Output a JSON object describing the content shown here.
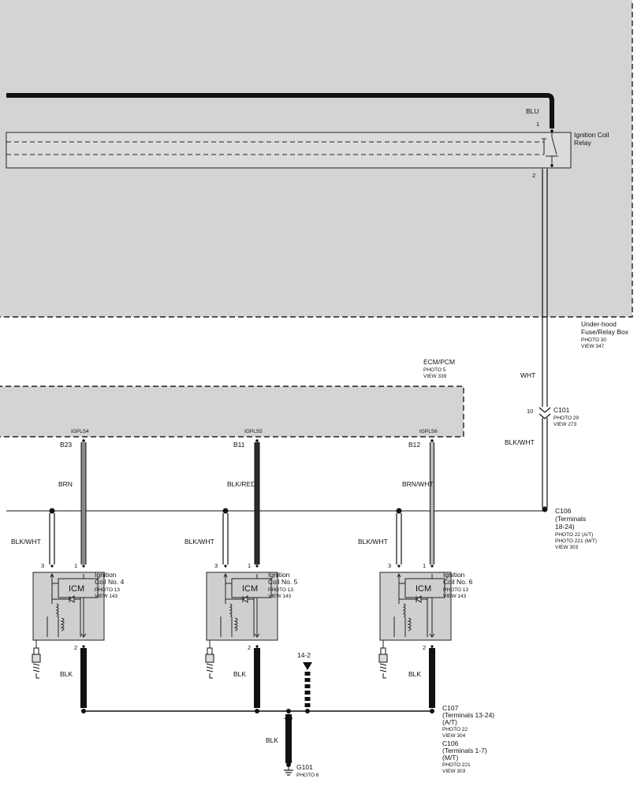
{
  "relay": {
    "title_line1": "Ignition Coil",
    "title_line2": "Relay",
    "pin_in": "1",
    "pin_out": "2",
    "wire_in": "BLU"
  },
  "fuse_box": {
    "line1": "Under-hood",
    "line2": "Fuse/Relay Box",
    "photo": "PHOTO 30",
    "view": "VIEW 347"
  },
  "ecm": {
    "name": "ECM/PCM",
    "photo": "PHOTO 5",
    "view": "VIEW 339"
  },
  "relay_output": {
    "wire": "WHT",
    "connector_pin": "10",
    "connector": "C101",
    "connector_photo": "PHOTO 29",
    "connector_view": "VIEW 273",
    "wire_after": "BLK/WHT"
  },
  "c106_top": {
    "name": "C106",
    "line2": "(Terminals",
    "line3": "18-24)",
    "photo1": "PHOTO 22 (A/T)",
    "photo2": "PHOTO 221 (M/T)",
    "view": "VIEW 303"
  },
  "coils": [
    {
      "signal": "IGPLS4",
      "terminal": "B23",
      "signal_wire": "BRN",
      "power_wire": "BLK/WHT",
      "pin3": "3",
      "pin1": "1",
      "pin2": "2",
      "ground_wire": "BLK",
      "icm": "ICM",
      "name1": "Ignition",
      "name2": "Coil No. 4",
      "photo": "PHOTO 13",
      "view": "VIEW 143"
    },
    {
      "signal": "IGPLS5",
      "terminal": "B11",
      "signal_wire": "BLK/RED",
      "power_wire": "BLK/WHT",
      "pin3": "3",
      "pin1": "1",
      "pin2": "2",
      "ground_wire": "BLK",
      "icm": "ICM",
      "name1": "Ignition",
      "name2": "Coil No. 5",
      "photo": "PHOTO 13",
      "view": "VIEW 143"
    },
    {
      "signal": "IGPLS6",
      "terminal": "B12",
      "signal_wire": "BRN/WHT",
      "power_wire": "BLK/WHT",
      "pin3": "3",
      "pin1": "1",
      "pin2": "2",
      "ground_wire": "BLK",
      "icm": "ICM",
      "name1": "Ignition",
      "name2": "Coil No. 6",
      "photo": "PHOTO 13",
      "view": "VIEW 143"
    }
  ],
  "ground": {
    "ref": "14-2",
    "wire": "BLK",
    "c107_name": "C107",
    "c107_line2": "(Terminals 13-24)",
    "c107_line3": "(A/T)",
    "c107_photo": "PHOTO 22",
    "c107_view": "VIEW 304",
    "c106_name": "C106",
    "c106_line2": "(Terminals 1-7)",
    "c106_line3": "(M/T)",
    "c106_photo": "PHOTO 221",
    "c106_view": "VIEW 303",
    "g_name": "G101",
    "g_photo": "PHOTO 6"
  }
}
